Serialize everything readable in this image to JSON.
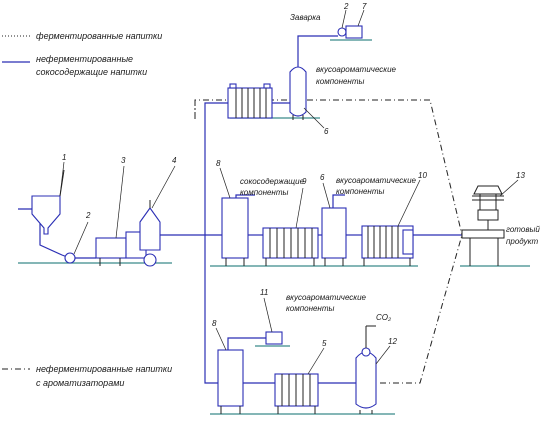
{
  "legend": {
    "fermented": "ферментированные напитки",
    "nonfermented": "неферментированные сокосодержащие напитки",
    "nonfermented_line1": "неферментированные",
    "nonfermented_line2": "сокосодержащие напитки",
    "flavored_line1": "неферментированные напитки",
    "flavored_line2": "с ароматизаторами"
  },
  "labels": {
    "zavarka": "Заварка",
    "aroma_line1": "вкусоароматические",
    "aroma_line2": "компоненты",
    "juice_line1": "сокосодержащие",
    "juice_line2": "компоненты",
    "product_line1": "готовый",
    "product_line2": "продукт",
    "co2": "CO₂"
  },
  "numbers": {
    "n1": "1",
    "n2a": "2",
    "n2b": "2",
    "n3": "3",
    "n4": "4",
    "n5": "5",
    "n6a": "6",
    "n6b": "6",
    "n7": "7",
    "n8a": "8",
    "n8b": "8",
    "n9": "9",
    "n10": "10",
    "n11": "11",
    "n12": "12",
    "n13": "13"
  },
  "colors": {
    "pipe": "#2b2fb5",
    "floor": "#3a8a8a",
    "line": "#222222"
  }
}
